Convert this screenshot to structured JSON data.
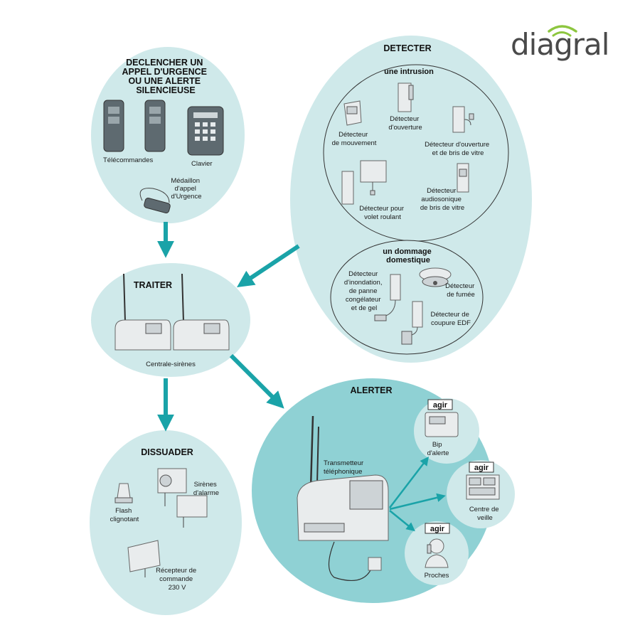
{
  "brand": {
    "logo_text": "diagral",
    "accent": "#8dc63f"
  },
  "colors": {
    "bubble_fill": "#cfe9ea",
    "bubble_fill_strong": "#8fd1d4",
    "arrow": "#1aa3a8"
  },
  "declencher": {
    "title_lines": [
      "DECLENCHER UN",
      "APPEL D'URGENCE",
      "OU UNE ALERTE",
      "SILENCIEUSE"
    ],
    "telecommandes": "Télécommandes",
    "clavier": "Clavier",
    "medaillon_lines": [
      "Médaillon",
      "d'appel",
      "d'Urgence"
    ]
  },
  "detecter": {
    "title": "DETECTER",
    "intrusion": {
      "title": "une intrusion",
      "mouvement_lines": [
        "Détecteur",
        "de mouvement"
      ],
      "ouverture_lines": [
        "Détecteur",
        "d'ouverture"
      ],
      "bris_lines": [
        "Détecteur d'ouverture",
        "et de bris de vitre"
      ],
      "volet_lines": [
        "Détecteur pour",
        "volet roulant"
      ],
      "audio_lines": [
        "Détecteur",
        "audiosonique",
        "de bris de vitre"
      ]
    },
    "dommage": {
      "title_lines": [
        "un dommage",
        "domestique"
      ],
      "inondation_lines": [
        "Détecteur",
        "d'inondation,",
        "de panne",
        "congélateur",
        "et de gel"
      ],
      "fumee_lines": [
        "Détecteur",
        "de fumée"
      ],
      "edf_lines": [
        "Détecteur de",
        "coupure EDF"
      ]
    }
  },
  "traiter": {
    "title": "TRAITER",
    "centrale": "Centrale-sirènes"
  },
  "dissuader": {
    "title": "DISSUADER",
    "sirenes_lines": [
      "Sirènes",
      "d'alarme"
    ],
    "flash_lines": [
      "Flash",
      "clignotant"
    ],
    "recepteur_lines": [
      "Récepteur de",
      "commande",
      "230 V"
    ]
  },
  "alerter": {
    "title": "ALERTER",
    "transmetteur_lines": [
      "Transmetteur",
      "téléphonique"
    ],
    "targets": [
      {
        "agir": "agir",
        "label_lines": [
          "Bip",
          "d'alerte"
        ]
      },
      {
        "agir": "agir",
        "label_lines": [
          "Centre de",
          "veille"
        ]
      },
      {
        "agir": "agir",
        "label_lines": [
          "Proches"
        ]
      }
    ]
  }
}
